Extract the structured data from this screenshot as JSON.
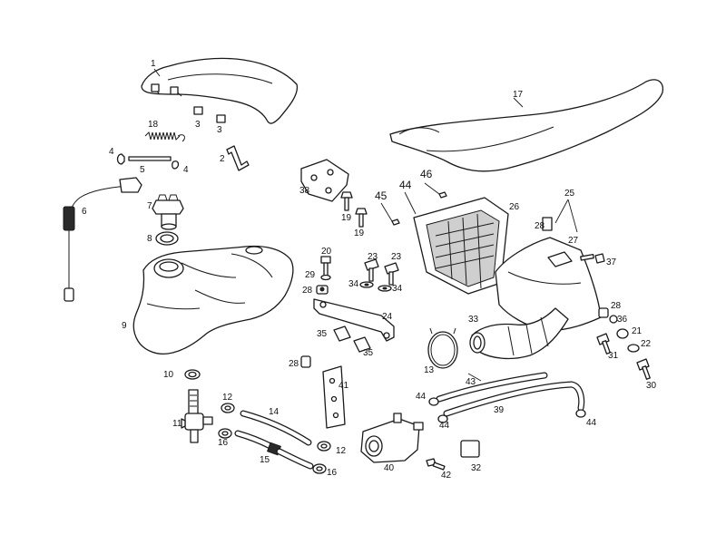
{
  "diagram": {
    "callouts": {
      "p1": "1",
      "p2": "2",
      "p3a": "3",
      "p3b": "3",
      "p4a": "4",
      "p4b": "4",
      "p5": "5",
      "p6": "6",
      "p7": "7",
      "p8": "8",
      "p9": "9",
      "p10": "10",
      "p11": "11",
      "p12a": "12",
      "p12b": "12",
      "p13": "13",
      "p14": "14",
      "p15": "15",
      "p16a": "16",
      "p16b": "16",
      "p17": "17",
      "p18": "18",
      "p19a": "19",
      "p19b": "19",
      "p20": "20",
      "p21": "21",
      "p22": "22",
      "p23a": "23",
      "p23b": "23",
      "p24": "24",
      "p25": "25",
      "p26": "26",
      "p27": "27",
      "p28a": "28",
      "p28b": "28",
      "p28c": "28",
      "p28d": "28",
      "p29": "29",
      "p30": "30",
      "p31": "31",
      "p32": "32",
      "p33": "33",
      "p34a": "34",
      "p34b": "34",
      "p35a": "35",
      "p35b": "35",
      "p36": "36",
      "p37": "37",
      "p38": "38",
      "p39": "39",
      "p40": "40",
      "p41": "41",
      "p42": "42",
      "p43": "43",
      "p44a": "44",
      "p44b": "44",
      "p44c": "44",
      "p44d": "44",
      "p45": "45",
      "p46": "46"
    }
  }
}
